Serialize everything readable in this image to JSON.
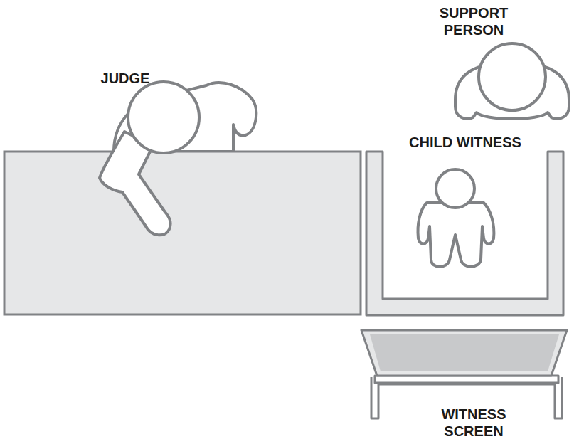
{
  "diagram": {
    "nodes": [
      {
        "text": [
          "CHILD WITNESS"
        ]
      }
    ],
    "labels": [
      "SUPPORT PERSON",
      "JUDGE",
      "WITNESS SCREEN"
    ]
  }
}
